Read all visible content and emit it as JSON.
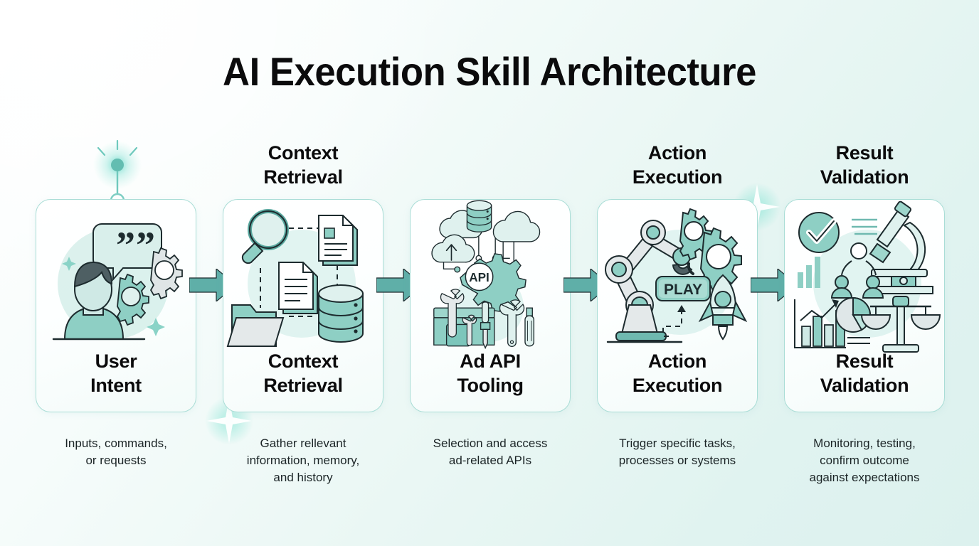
{
  "page": {
    "title": "AI Execution Skill Architecture",
    "background_from": "#ffffff",
    "background_to": "#dcf1ee",
    "accent": "#5FAFA8",
    "accent_light": "#9FD8D0",
    "outline": "#1d2b2e"
  },
  "steps": [
    {
      "header": "",
      "card_label": "User\nIntent",
      "card_label_l1": "User",
      "card_label_l2": "Intent",
      "caption": "Inputs, commands,\nor requests",
      "caption_l1": "Inputs, commands,",
      "caption_l2": "or requests",
      "caption_l3": "",
      "icons": [
        "person-icon",
        "speech-bubble-quote-icon",
        "gear-icon",
        "gear-icon",
        "sparkle-icon"
      ]
    },
    {
      "header": "Context\nRetrieval",
      "header_l1": "Context",
      "header_l2": "Retrieval",
      "card_label_l1": "Context",
      "card_label_l2": "Retrieval",
      "caption_l1": "Gather rellevant",
      "caption_l2": "information, memory,",
      "caption_l3": "and history",
      "icons": [
        "magnifier-icon",
        "document-icon",
        "folder-icon",
        "database-icon"
      ]
    },
    {
      "header": "",
      "header_l1": "",
      "header_l2": "",
      "card_label_l1": "Ad API",
      "card_label_l2": "Tooling",
      "caption_l1": "Selection and access",
      "caption_l2": "ad-related APIs",
      "caption_l3": "",
      "api_badge": "API",
      "icons": [
        "cloud-icon",
        "cloud-upload-icon",
        "database-icon",
        "api-gear-icon",
        "toolbox-icon",
        "wrench-icon",
        "screwdriver-icon"
      ]
    },
    {
      "header": "Action\nExecution",
      "header_l1": "Action",
      "header_l2": "Execution",
      "card_label_l1": "Action",
      "card_label_l2": "Execution",
      "caption_l1": "Trigger specific tasks,",
      "caption_l2": "processes or systems",
      "caption_l3": "",
      "play_label": "PLAY",
      "icons": [
        "robot-arm-icon",
        "play-button-icon",
        "gear-icon",
        "rocket-icon"
      ]
    },
    {
      "header": "Result\nValidation",
      "header_l1": "Result",
      "header_l2": "Validation",
      "card_label_l1": "Result",
      "card_label_l2": "Validation",
      "caption_l1": "Monitoring, testing,",
      "caption_l2": "confirm outcome",
      "caption_l3": "against expectations",
      "icons": [
        "check-circle-icon",
        "microscope-icon",
        "bar-chart-icon",
        "pie-chart-icon",
        "scales-icon",
        "people-icon"
      ]
    }
  ],
  "arrows": {
    "count": 4,
    "direction": "right",
    "color": "#5FAFA8"
  }
}
